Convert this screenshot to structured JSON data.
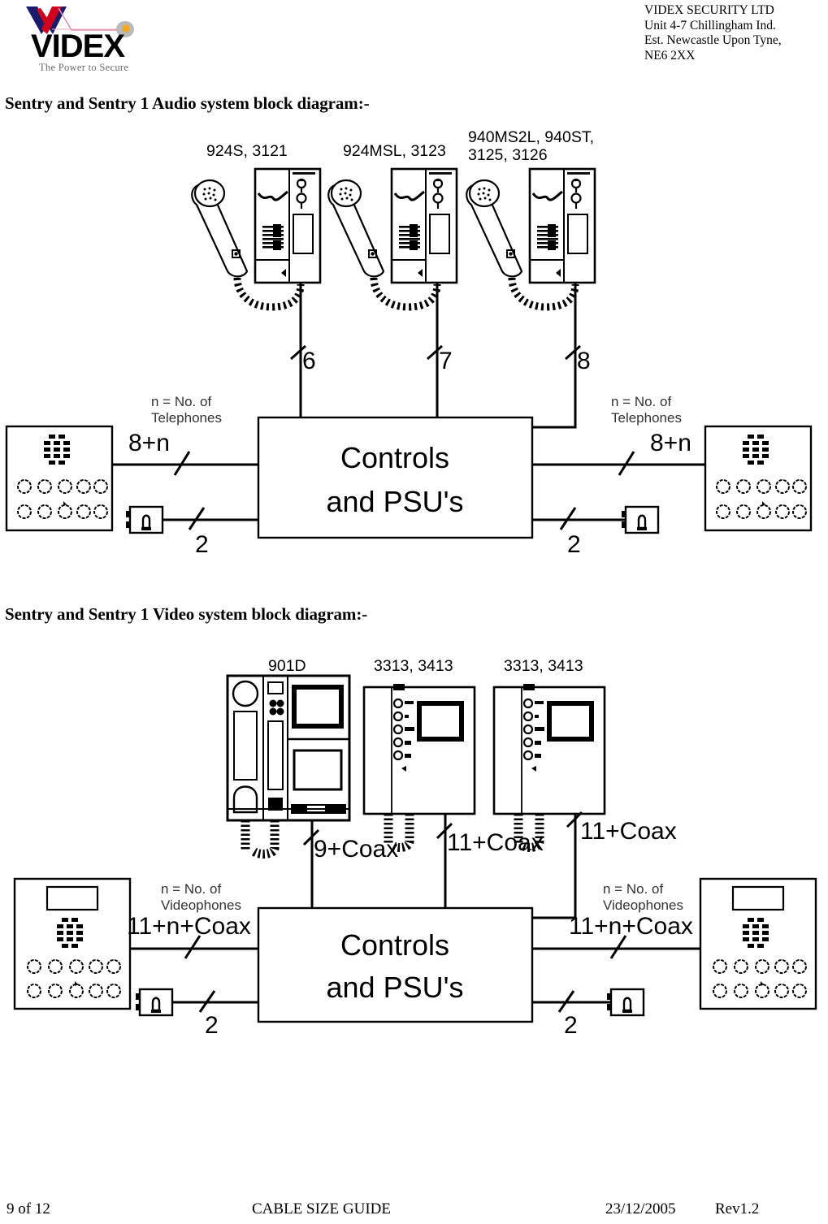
{
  "header": {
    "logo_wordmark": "VIDEX",
    "logo_tagline": "The Power to Secure",
    "logo_colors": {
      "monogram_navy": "#1b1b6b",
      "monogram_red": "#d0021b",
      "wordmark_black": "#000000",
      "tagline_gray": "#6b6b6b",
      "accent_line_pink": "#e08fb0",
      "dot_orange": "#f5a623",
      "dot_gray": "#9b9b9b"
    },
    "address_lines": "VIDEX SECURITY LTD\nUnit 4-7 Chillingham Ind.\nEst. Newcastle Upon Tyne,\nNE6 2XX"
  },
  "sections": {
    "audio_heading": "Sentry and Sentry 1 Audio system block diagram:-",
    "video_heading": "Sentry and Sentry 1 Video system block diagram:-"
  },
  "audio_diagram": {
    "central_block_line1": "Controls",
    "central_block_line2": "and PSU's",
    "devices": [
      {
        "label": "924S, 3121",
        "riser_label": "6"
      },
      {
        "label": "924MSL, 3123",
        "riser_label": "7"
      },
      {
        "label": "940MS2L, 940ST,\n3125, 3126",
        "riser_label": "8"
      }
    ],
    "left_note": "n = No. of\nTelephones",
    "right_note": "n = No. of\nTelephones",
    "left_bus_label": "8+n",
    "right_bus_label": "8+n",
    "left_lock_label": "2",
    "right_lock_label": "2"
  },
  "video_diagram": {
    "central_block_line1": "Controls",
    "central_block_line2": "and PSU's",
    "devices": [
      {
        "label": "901D",
        "riser_label": "9+Coax"
      },
      {
        "label": "3313, 3413",
        "riser_label": "11+Coax"
      },
      {
        "label": "3313, 3413",
        "riser_label": "11+Coax"
      }
    ],
    "left_note": "n = No. of\nVideophones",
    "right_note": "n = No. of\nVideophones",
    "left_bus_label": "11+n+Coax",
    "right_bus_label": "11+n+Coax",
    "left_lock_label": "2",
    "right_lock_label": "2"
  },
  "footer": {
    "page": "9 of 12",
    "title": "CABLE SIZE GUIDE",
    "date": "23/12/2005",
    "revision": "Rev1.2"
  }
}
